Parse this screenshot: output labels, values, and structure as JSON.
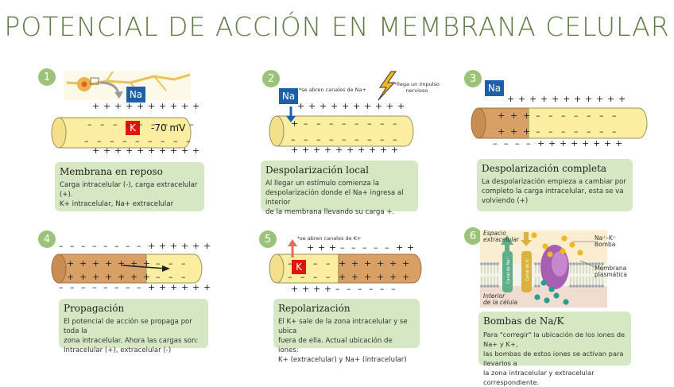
{
  "title": "POTENCIAL DE ACCIÓN EN MEMBRANA CELULAR",
  "colors": {
    "title": "#5f7a45",
    "card": "#d6e8c3",
    "badge": "#9cc37a",
    "axon": "#fbeea0",
    "depolarized": "#d9a066",
    "na": "#1f5fa8",
    "k": "#e3140d"
  },
  "panels": [
    {
      "n": "1",
      "title": "Membrana en reposo",
      "text": [
        "Carga intracelular (-), carga extracelular (+).",
        "K+ intracelular, Na+ extracelular"
      ],
      "ion_na": "Na",
      "ion_k": "K",
      "voltage": "-70 mV"
    },
    {
      "n": "2",
      "title": "Despolarización local",
      "text": [
        "Al llegar un estímulo comienza la",
        "despolarización donde el Na+ ingresa al interior",
        "de la membrana llevando su carga +."
      ],
      "ion_na": "Na",
      "note": "*se abren canales de Na+",
      "impulse": [
        "*llega un impulso",
        "nervioso"
      ]
    },
    {
      "n": "3",
      "title": "Despolarización completa",
      "text": [
        "La despolarización empieza a cambiar por",
        "completo la carga intracelular, esta se va",
        "volviendo (+)"
      ],
      "ion_na": "Na"
    },
    {
      "n": "4",
      "title": "Propagación",
      "text": [
        "El potencial de acción se propaga por toda la",
        "zona intracelular. Ahora las cargas son:",
        "Intracelular (+), extracelular (-)"
      ]
    },
    {
      "n": "5",
      "title": "Repolarización",
      "text": [
        "El K+ sale de la zona intracelular y se ubica",
        "fuera de ella. Actual ubicación de iones:",
        "K+ (extracelular) y Na+ (intracelular)"
      ],
      "ion_k": "K",
      "note": "*se abren canales de K+"
    },
    {
      "n": "6",
      "title": "Bombas de Na/K",
      "text": [
        "Para \"corregir\" la ubicación de los iones de Na+ y K+,",
        "las bombas de estos iones se activan para llevarlos a",
        "la zona intracelular y extracelular correspondiente."
      ],
      "pump": {
        "extra": [
          "Espacio",
          "extracelular"
        ],
        "intra": [
          "Interior",
          "de la célula"
        ],
        "pump_label": [
          "Na⁺–K⁺",
          "Bomba"
        ],
        "membrane": [
          "Membrana",
          "plasmática"
        ],
        "channel_na": "Canal de Na⁺",
        "channel_k": "Canal de K⁺"
      }
    }
  ]
}
